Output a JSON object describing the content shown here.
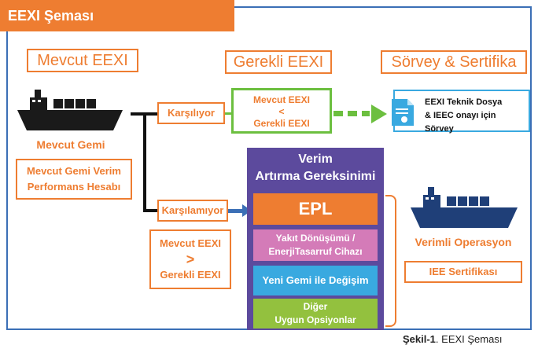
{
  "title": "EEXI Şeması",
  "headers": {
    "current": "Mevcut EEXI",
    "required": "Gerekli EEXI",
    "survey": "Sörvey & Sertifika"
  },
  "left": {
    "ship_label": "Mevcut Gemi",
    "calc_line1": "Mevcut Gemi Verim",
    "calc_line2": "Performans Hesabı"
  },
  "branches": {
    "meets": "Karşılıyor",
    "not_meets": "Karşılamıyor"
  },
  "meets_box": {
    "line1": "Mevcut EEXI",
    "symbol": "<",
    "line2": "Gerekli EEXI"
  },
  "not_meets_box": {
    "line1": "Mevcut EEXI",
    "symbol": ">",
    "line2": "Gerekli EEXI"
  },
  "panel": {
    "title_line1": "Verim",
    "title_line2": "Artırma Gereksinimi",
    "options": [
      {
        "line1": "EPL",
        "line2": ""
      },
      {
        "line1": "Yakıt Dönüşümü /",
        "line2": "EnerjiTasarruf Cihazı"
      },
      {
        "line1": "Yeni Gemi ile Değişim",
        "line2": ""
      },
      {
        "line1": "Diğer",
        "line2": "Uygun Opsiyonlar"
      }
    ]
  },
  "survey_box": {
    "line1": "EEXI Teknik Dosya",
    "line2": "& IEEC onayı için Sörvey"
  },
  "right": {
    "ship_label": "Verimli Operasyon",
    "certificate": "IEE Sertifikası"
  },
  "caption": {
    "prefix": "Şekil-1",
    "text": ". EEXI Şeması"
  },
  "colors": {
    "orange": "#ee7d31",
    "blue": "#3b6fb6",
    "green": "#6cbf3f",
    "purple": "#5c4a9d",
    "pink": "#d47bb8",
    "cyan": "#39a9e0",
    "lime": "#93c13e"
  },
  "icons": [
    "ship-icon",
    "document-icon",
    "dashed-arrow-icon",
    "arrow-right-icon"
  ]
}
